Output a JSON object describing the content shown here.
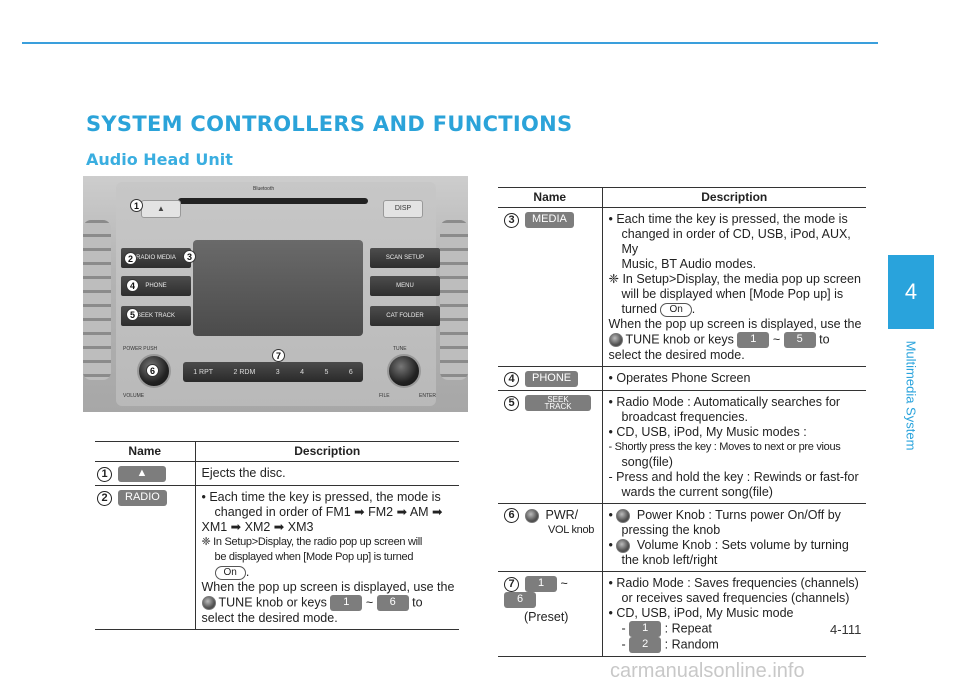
{
  "header": {
    "section_title": "SYSTEM CONTROLLERS AND FUNCTIONS",
    "sub_title": "Audio Head Unit"
  },
  "sidebar": {
    "chapter_number": "4",
    "chapter_label": "Multimedia System"
  },
  "footer": {
    "page_number": "4-111",
    "watermark": "carmanualsonline.info"
  },
  "unit_photo": {
    "labels": {
      "bluetooth": "Bluetooth",
      "disp": "DISP",
      "radio_media": "RADIO MEDIA",
      "phone": "PHONE",
      "seek_track": "SEEK TRACK",
      "scan_setup": "SCAN SETUP",
      "menu": "MENU",
      "cat_folder": "CAT FOLDER",
      "power_push": "POWER PUSH",
      "volume": "VOLUME",
      "tune": "TUNE",
      "file": "FILE",
      "enter": "ENTER"
    },
    "presets": [
      "1 RPT",
      "2 RDM",
      "3",
      "4",
      "5",
      "6"
    ],
    "callouts": [
      "1",
      "2",
      "3",
      "4",
      "5",
      "6",
      "7"
    ]
  },
  "left_table": {
    "col_name": "Name",
    "col_desc": "Description",
    "rows": {
      "eject": {
        "num": "1",
        "key": "▲",
        "desc": "Ejects the disc."
      },
      "radio": {
        "num": "2",
        "key": "RADIO",
        "line1": "• Each time the key is pressed, the mode is",
        "line2": "changed in order of FM1 ➡ FM2 ➡ AM ➡",
        "line3": "XM1 ➡ XM2 ➡ XM3",
        "note1": "❈ In Setup>Display, the radio pop up screen will",
        "note2": "be displayed when [Mode Pop up] is turned",
        "on_label": "On",
        "note_end": ".",
        "popup1": "When the pop up screen is displayed, use the",
        "popup2": "TUNE knob or keys",
        "key_from": "1",
        "tilde": "~",
        "key_to": "6",
        "to": "to",
        "popup3": "select the desired mode."
      }
    }
  },
  "right_table": {
    "col_name": "Name",
    "col_desc": "Description",
    "rows": {
      "media": {
        "num": "3",
        "key": "MEDIA",
        "line1": "• Each time the key is pressed, the mode is",
        "line2": "changed in order of CD, USB, iPod, AUX, My",
        "line3": "Music, BT Audio modes.",
        "note1": "❈ In Setup>Display, the media pop up screen",
        "note2": "will be displayed when [Mode Pop up] is",
        "note3": "turned",
        "on_label": "On",
        "note_end": ".",
        "popup1": "When the pop up screen is displayed, use the",
        "popup2": "TUNE knob or keys",
        "key_from": "1",
        "tilde": "~",
        "key_to": "5",
        "to": "to",
        "popup3": "select the desired mode."
      },
      "phone": {
        "num": "4",
        "key": "PHONE",
        "desc": "• Operates Phone Screen"
      },
      "seek": {
        "num": "5",
        "key_top": "SEEK",
        "key_bottom": "TRACK",
        "line1": "• Radio Mode : Automatically searches for",
        "line2": "broadcast frequencies.",
        "line3": "• CD, USB, iPod, My Music modes :",
        "line4": "- Shortly press the key : Moves to next or pre vious",
        "line5": "song(file)",
        "line6": "- Press and hold the key : Rewinds or fast-for",
        "line7": "wards the current song(file)"
      },
      "pwr": {
        "num": "6",
        "name1": "PWR/",
        "name2": "VOL knob",
        "line1": "Power Knob : Turns power On/Off by",
        "line1_bullet": "•",
        "line2": "pressing the knob",
        "line3_bullet": "•",
        "line3": "Volume Knob : Sets volume by turning",
        "line4": "the knob left/right"
      },
      "preset": {
        "num": "7",
        "key_from": "1",
        "tilde": "~",
        "key_to": "6",
        "name2": "(Preset)",
        "line1": "• Radio Mode : Saves frequencies (channels)",
        "line2": "or receives saved frequencies (channels)",
        "line3": "• CD, USB, iPod, My Music mode",
        "dash": "-",
        "key1": "1",
        "line4": ": Repeat",
        "key2": "2",
        "line5": ": Random"
      }
    }
  }
}
